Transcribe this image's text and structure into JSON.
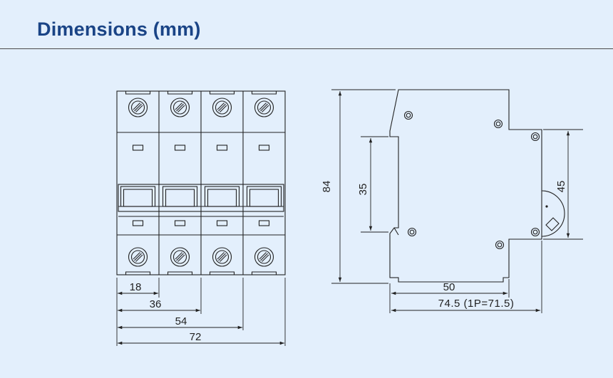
{
  "header": {
    "title": "Dimensions (mm)"
  },
  "front_view": {
    "poles": 4,
    "dim_labels": [
      "18",
      "36",
      "54",
      "72"
    ]
  },
  "side_view": {
    "height_label": "84",
    "rail_label": "35",
    "window_label": "45",
    "depth_label": "50",
    "total_depth_label": "74.5 (1P=71.5)"
  },
  "colors": {
    "background": "#e3effc",
    "title": "#1a4486",
    "line": "#222222"
  }
}
